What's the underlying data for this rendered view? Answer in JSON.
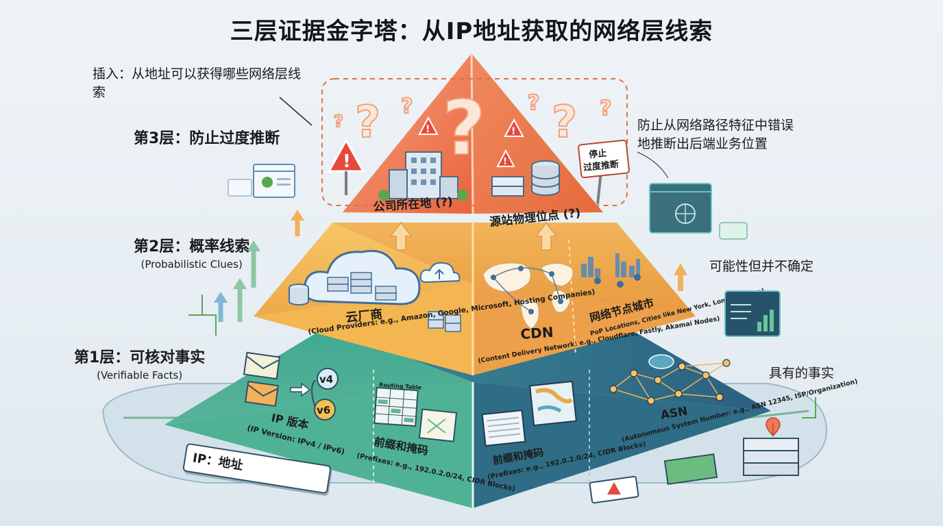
{
  "title": "三层证据金字塔：从IP地址获取的网络层线索",
  "insert_note": "插入：从地址可以获得哪些网络层线索",
  "layers": {
    "layer3": {
      "label": "第3层：防止过度推断",
      "side_note": "防止从网络路径特征中错误地推断出后端业务位置",
      "sign": "停止过度推断",
      "left_item": "公司所在地 (?)",
      "right_item": "源站物理位点 (?)"
    },
    "layer2": {
      "label": "第2层：概率线索",
      "label_en": "(Probabilistic Clues)",
      "side_note": "可能性但并不确定",
      "cloud_title": "云厂商",
      "cloud_desc": "(Cloud Providers: e.g., Amazon, Google, Microsoft, Hosting Companies)",
      "cdn_title": "CDN",
      "cdn_desc": "(Content Delivery Network: e.g., Cloudflare, Fastly, Akamai Nodes)",
      "pop_title": "网络节点城市",
      "pop_desc": "PoP Locations, Cities like New York, London, Tokyo)"
    },
    "layer1": {
      "label": "第1层：可核对事实",
      "label_en": "(Verifiable Facts)",
      "side_note": "具有的事实",
      "ipver_title": "IP 版本",
      "ipver_desc": "(IP Version: IPv4 / IPv6)",
      "v4": "v4",
      "v6": "v6",
      "routing_label": "Routing Table",
      "prefix_title": "前缀和掩码",
      "prefix_desc": "(Prefixes: e.g., 192.0.2.0/24, CIDR Blocks)",
      "prefix2_title": "前缀和掩码",
      "prefix2_desc": "(Prefixes: e.g., 192.0.2.0/24, CIDR Blocks)",
      "asn_title": "ASN",
      "asn_desc": "(Autonomous System Number: e.g., ASN 12345, ISP/Organization)"
    }
  },
  "ip_input": "IP：地址",
  "colors": {
    "layer3": "#ef7a52",
    "layer2": "#f3b04a",
    "layer1": "#3f9e8e",
    "layer1_right": "#2f6d86"
  }
}
